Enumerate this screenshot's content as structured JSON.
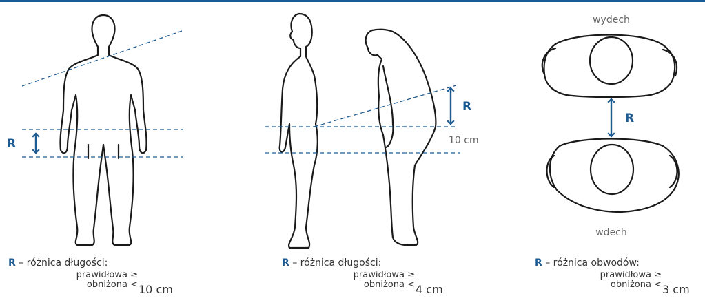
{
  "marker_color": "#1d5a91",
  "figure1": {
    "r_label": "R",
    "caption_r": "R",
    "caption_text": "– różnica długości:",
    "line1": "prawidłowa ≥",
    "line2": "obniżona <",
    "threshold": "10 cm"
  },
  "figure2": {
    "r_label": "R",
    "distance_note": "10 cm",
    "caption_r": "R",
    "caption_text": "– różnica długości:",
    "line1": "prawidłowa ≥",
    "line2": "obniżona <",
    "threshold": "4 cm"
  },
  "figure3": {
    "top_label": "wydech",
    "bottom_label": "wdech",
    "r_label": "R",
    "caption_r": "R",
    "caption_text": "– różnica obwodów:",
    "line1": "prawidłowa ≥",
    "line2": "obniżona <",
    "threshold": "3 cm"
  }
}
